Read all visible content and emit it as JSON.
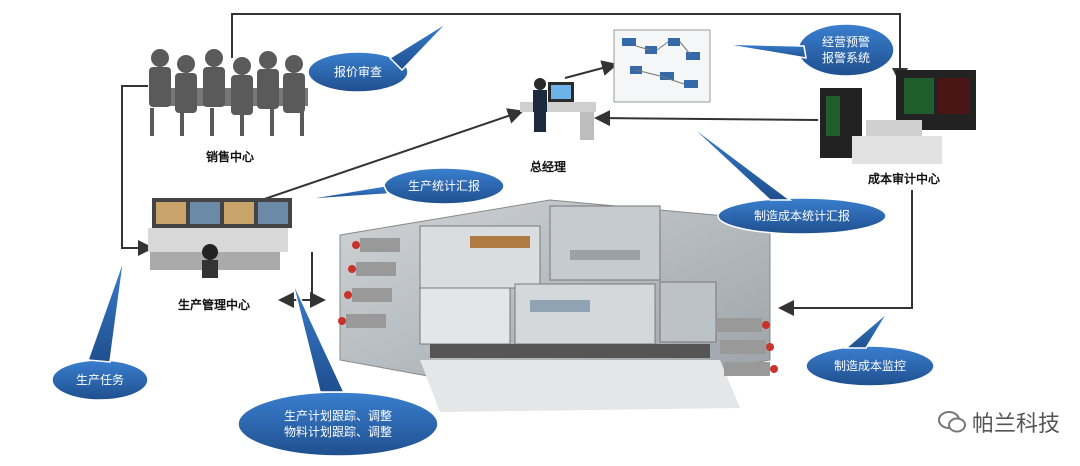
{
  "nodes": {
    "sales": "销售中心",
    "general_manager": "总经理",
    "audit": "成本审计中心",
    "production_mgmt": "生产管理中心"
  },
  "bubbles": {
    "quote_review": "报价审查",
    "warning_system": [
      "经营预警",
      "报警系统"
    ],
    "production_stats": "生产统计汇报",
    "cost_stats": "制造成本统计汇报",
    "production_task": "生产任务",
    "cost_monitor": "制造成本监控",
    "plan_tracking": [
      "生产计划跟踪、调整",
      "物料计划跟踪、调整"
    ]
  },
  "watermark": "帕兰科技",
  "colors": {
    "bubble": "#2c6bb5",
    "line": "#333333"
  }
}
